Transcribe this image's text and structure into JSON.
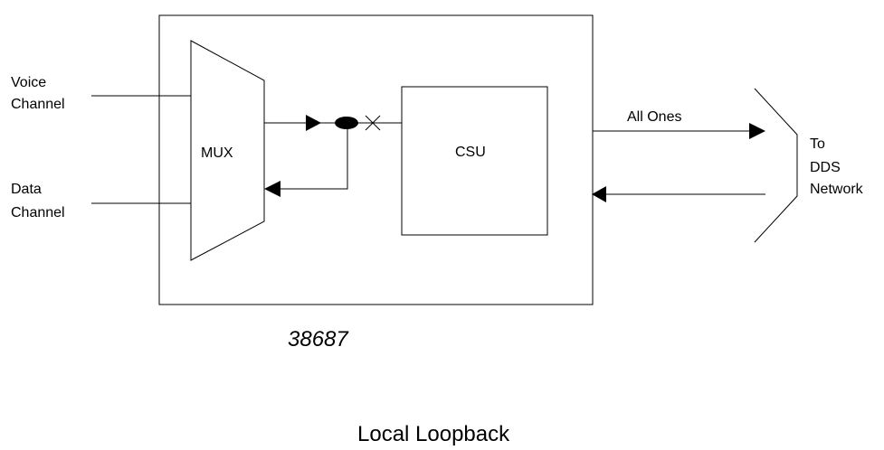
{
  "inputs": {
    "voice": [
      "Voice",
      "Channel"
    ],
    "data": [
      "Data",
      "Channel"
    ]
  },
  "blocks": {
    "mux": "MUX",
    "csu": "CSU"
  },
  "signal": {
    "outbound_label": "All Ones"
  },
  "network": [
    "To",
    "DDS",
    "Network"
  ],
  "device_number": "38687",
  "caption": "Local Loopback",
  "colors": {
    "stroke": "#000000",
    "background": "#ffffff"
  }
}
